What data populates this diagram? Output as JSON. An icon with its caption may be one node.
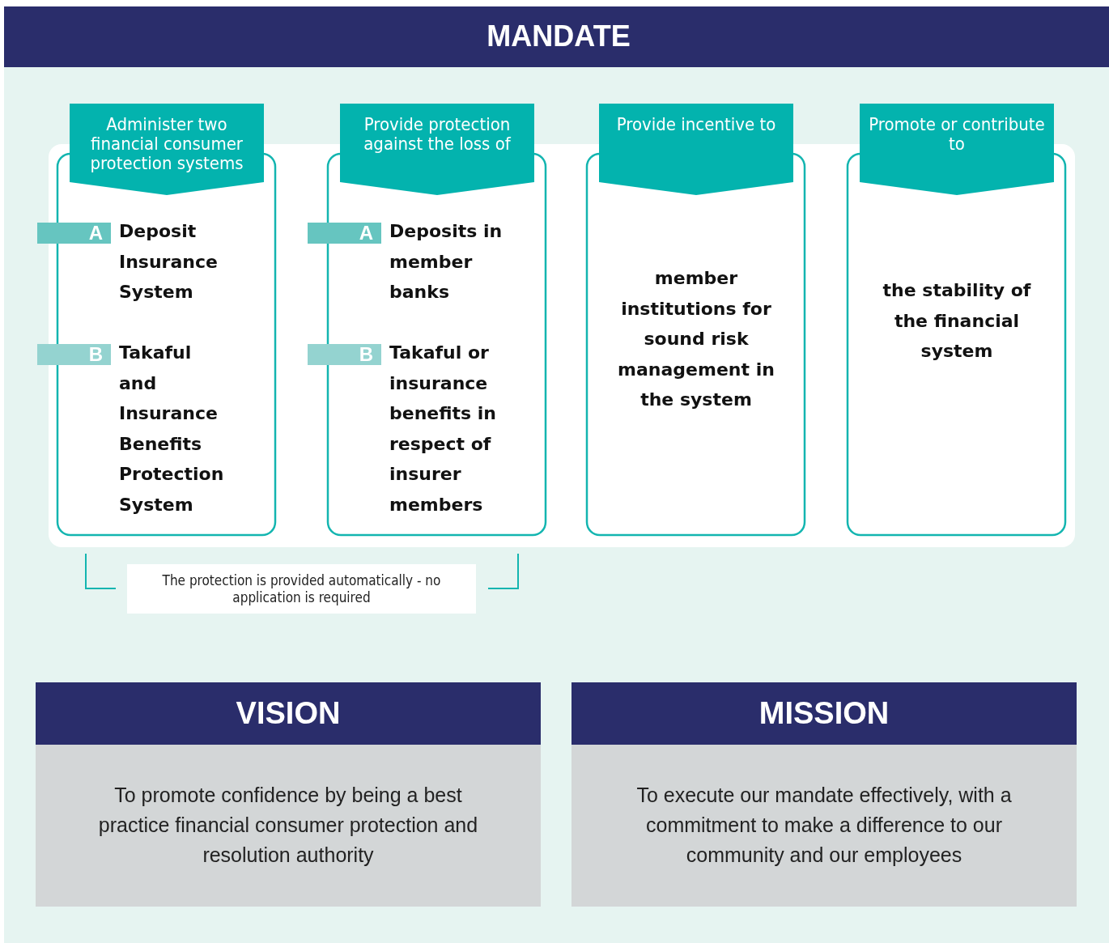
{
  "diagram": {
    "title": "MANDATE",
    "nodes": [
      {
        "text": [
          "Administer two financial consumer protection systems"
        ]
      },
      {
        "text": [
          "A",
          "Deposit Insurance System"
        ],
        "in": 0
      },
      {
        "text": [
          "B",
          "Takaful and Insurance Benefits Protection System"
        ],
        "in": 0
      },
      {
        "text": [
          "Provide protection against the loss of"
        ]
      },
      {
        "text": [
          "A",
          "Deposits in member banks"
        ],
        "in": 3
      },
      {
        "text": [
          "B",
          "Takaful or insurance benefits in respect of insurer members"
        ],
        "in": 3
      },
      {
        "text": [
          "Provide incentive to",
          "member institutions for sound risk management in the system"
        ]
      },
      {
        "text": [
          "Promote or contribute to",
          "the stability of the financial system"
        ]
      },
      {
        "text": [
          "The protection is provided automatically - no application is required"
        ]
      },
      {
        "text": [
          "VISION",
          "To promote confidence by being a best practice financial consumer protection and resolution authority"
        ]
      },
      {
        "text": [
          "MISSION",
          "To execute our mandate effectively, with a commitment to make a difference to our community and our employees"
        ]
      }
    ]
  }
}
